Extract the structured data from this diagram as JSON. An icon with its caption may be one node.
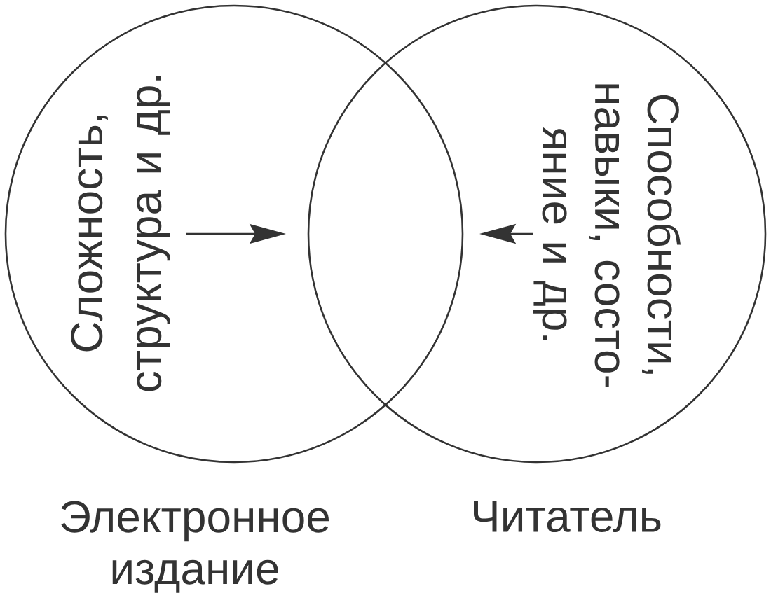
{
  "diagram": {
    "nodes": [
      {
        "text": [
          "Сложность, структура и др."
        ],
        "beside": [
          "Электронное издание"
        ]
      },
      {
        "text": [
          "Способности, навыки, состо- яние и др."
        ],
        "beside": [
          "Читатель"
        ]
      }
    ],
    "edges": [
      {
        "from": 0,
        "to": null,
        "arrow": "to"
      },
      {
        "from": 1,
        "to": null,
        "arrow": "to"
      }
    ]
  }
}
